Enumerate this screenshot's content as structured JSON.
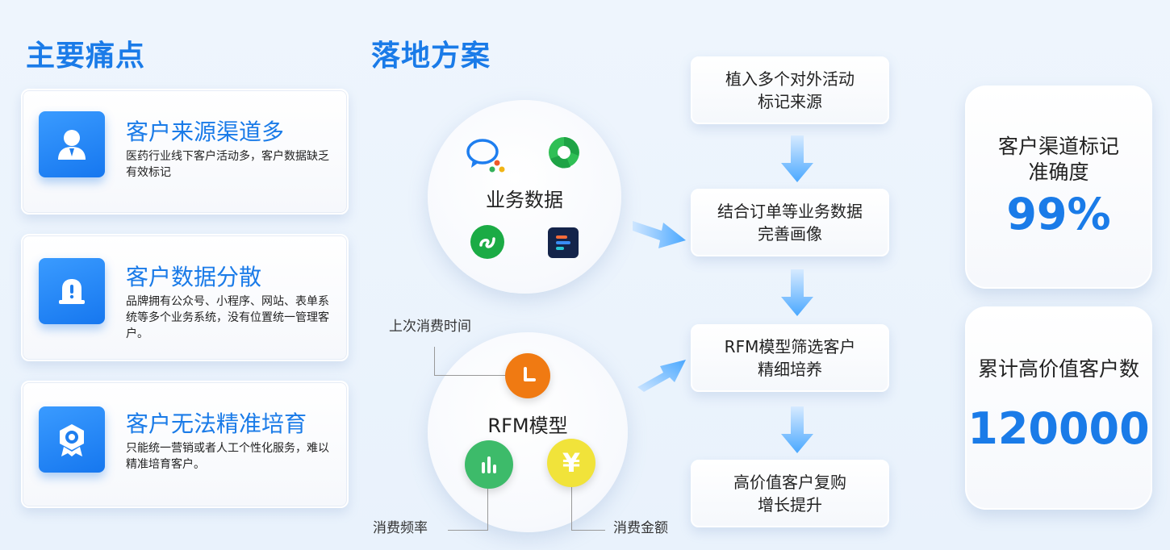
{
  "pain_points": {
    "title": "主要痛点",
    "items": [
      {
        "title": "客户来源渠道多",
        "desc": "医药行业线下客户活动多，客户数据缺乏有效标记",
        "icon": "user-icon"
      },
      {
        "title": "客户数据分散",
        "desc": "品牌拥有公众号、小程序、网站、表单系统等多个业务系统，没有位置统一管理客户。",
        "icon": "alert-icon"
      },
      {
        "title": "客户无法精准培育",
        "desc": "只能统一营销或者人工个性化服务，难以精准培育客户。",
        "icon": "badge-icon"
      }
    ]
  },
  "solution": {
    "title": "落地方案",
    "business_data": {
      "label": "业务数据",
      "apps": [
        "chat-app-icon",
        "green-swirl-app-icon",
        "mini-program-icon",
        "bar-app-icon"
      ]
    },
    "rfm": {
      "label": "RFM模型",
      "recency": "上次消费时间",
      "frequency": "消费频率",
      "monetary": "消费金额",
      "currency_symbol": "¥"
    },
    "steps": [
      "植入多个对外活动\n标记来源",
      "结合订单等业务数据\n完善画像",
      "RFM模型筛选客户\n精细培养",
      "高价值客户复购\n增长提升"
    ]
  },
  "metrics": [
    {
      "label": "客户渠道标记\n准确度",
      "value": "99%"
    },
    {
      "label": "累计高价值客户数",
      "value": "120000"
    }
  ],
  "colors": {
    "accent": "#1a7be8",
    "arrow": "#4aa8ff",
    "clock_orange": "#f07a12",
    "chart_green": "#3dbb6a",
    "yen_yellow": "#f1e33a"
  }
}
